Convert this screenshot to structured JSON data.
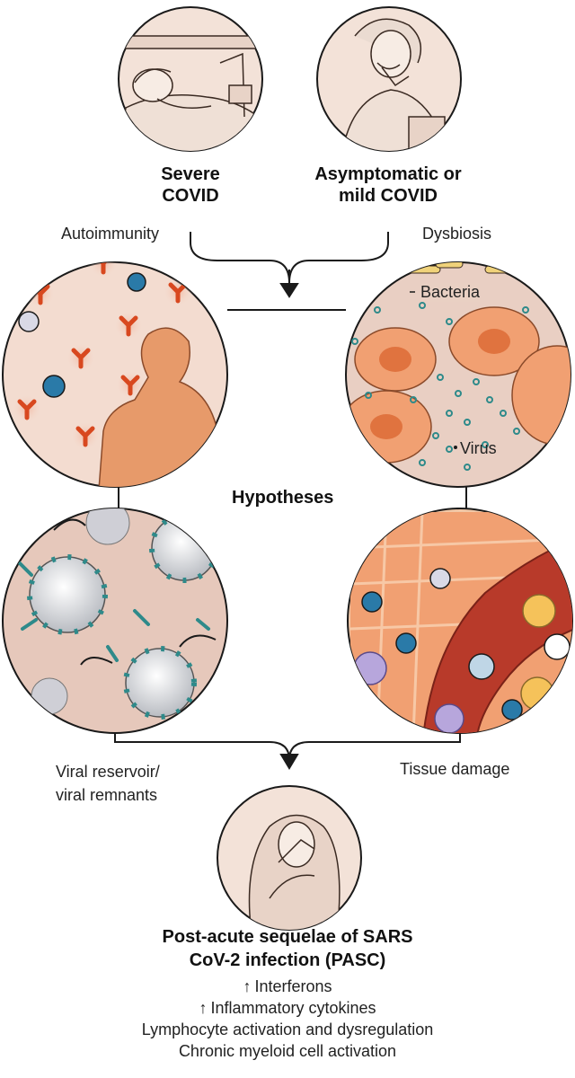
{
  "top": {
    "left_title": [
      "Severe",
      "COVID"
    ],
    "right_title": [
      "Asymptomatic or",
      "mild COVID"
    ]
  },
  "hypotheses": {
    "center_label": "Hypotheses",
    "autoimmunity": "Autoimmunity",
    "dysbiosis": "Dysbiosis",
    "bacteria": "Bacteria",
    "virus": "Virus",
    "viral_reservoir": [
      "Viral reservoir/",
      "viral remnants"
    ],
    "tissue_damage": "Tissue damage"
  },
  "outcome": {
    "title": [
      "Post-acute sequelae of SARS",
      "CoV-2 infection (PASC)"
    ],
    "items": [
      {
        "arrow": "up",
        "text": "Interferons"
      },
      {
        "arrow": "up",
        "text": "Inflammatory cytokines"
      },
      {
        "arrow": "",
        "text": "Lymphocyte activation and dysregulation"
      },
      {
        "arrow": "",
        "text": "Chronic myeloid cell activation"
      }
    ]
  },
  "colors": {
    "circle_fill": "#f3e2d8",
    "outline": "#1a1a1a",
    "antibody": "#e0542a",
    "cell": "#ef9b68",
    "virus_teal": "#2e8a8a",
    "blood": "#b83a2a"
  }
}
